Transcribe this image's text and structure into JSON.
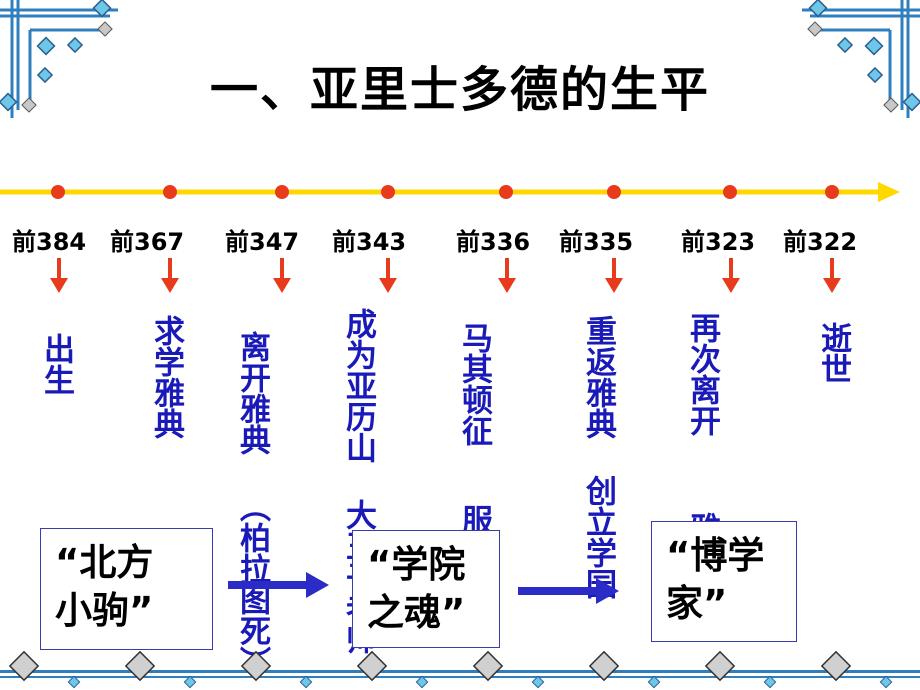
{
  "title": "一、亚里士多德的生平",
  "timeline": [
    {
      "year": "前384",
      "event_cols": [
        "出生"
      ]
    },
    {
      "year": "前367",
      "event_cols": [
        "求学雅典"
      ]
    },
    {
      "year": "前347",
      "event_cols": [
        "离开雅典",
        "（柏拉图死）"
      ]
    },
    {
      "year": "前343",
      "event_cols": [
        "成为亚历山",
        "大王子老师"
      ]
    },
    {
      "year": "前336",
      "event_cols": [
        "马其顿征",
        "服希腊"
      ]
    },
    {
      "year": "前335",
      "event_cols": [
        "重返雅典",
        "创立学园"
      ]
    },
    {
      "year": "前323",
      "event_cols": [
        "再次离开",
        "雅典"
      ]
    },
    {
      "year": "前322",
      "event_cols": [
        "逝世"
      ]
    }
  ],
  "nicknames": [
    {
      "line1": "“北方",
      "line2": "小驹”"
    },
    {
      "line1": "“学院",
      "line2": "之魂”"
    },
    {
      "line1": "“博学",
      "line2": "家”"
    }
  ],
  "colors": {
    "timeline_line": "#ffd800",
    "dot": "#e83a1c",
    "arrow": "#e83a1c",
    "event_text": "#1a1ab8",
    "flow_arrow": "#2b2bc8",
    "box_border": "#3b3bb0"
  }
}
